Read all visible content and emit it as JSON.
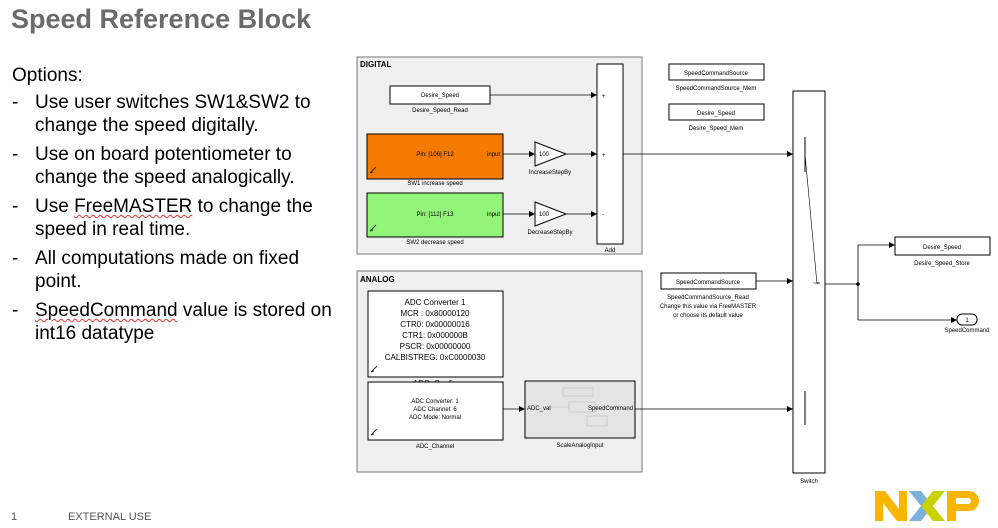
{
  "title": "Speed Reference Block",
  "options": {
    "heading": "Options:",
    "items": [
      {
        "pre": "Use user switches SW1&SW2 to change the speed digitally.",
        "mark": "",
        "post": ""
      },
      {
        "pre": "Use on board potentiometer to change the speed analogically.",
        "mark": "",
        "post": ""
      },
      {
        "pre": "Use ",
        "mark": "FreeMASTER",
        "post": " to change the speed in real time."
      },
      {
        "pre": "All computations made on fixed point.",
        "mark": "",
        "post": ""
      },
      {
        "pre": "",
        "mark": "SpeedCommand",
        "post": " value is stored on int16 datatype"
      }
    ]
  },
  "footer": {
    "page_number": "1",
    "classification": "EXTERNAL USE"
  },
  "logo": {
    "text": "NXP",
    "colors": {
      "n": "#f9b500",
      "x_left": "#7bb1db",
      "x_right": "#c9d200",
      "p": "#f9b500"
    }
  },
  "diagram": {
    "digital_label": "DIGITAL",
    "analog_label": "ANALOG",
    "desire_speed_read": {
      "label": "Desire_Speed",
      "caption": "Desire_Speed_Read"
    },
    "sw1": {
      "pin": "Pin: [106] F12",
      "port": "input",
      "caption": "SW1 increase speed",
      "color": "#f47a00"
    },
    "sw2": {
      "pin": "Pin: [112] F13",
      "port": "input",
      "caption": "SW2 decrease speed",
      "color": "#92f57a"
    },
    "gain_inc": {
      "value": "100",
      "caption": "IncreaseStepBy"
    },
    "gain_dec": {
      "value": "100",
      "caption": "DecreaseStepBy"
    },
    "add": {
      "caption": "Add",
      "signs": [
        "+",
        "+",
        "-"
      ]
    },
    "speed_cmd_source_mem": {
      "label": "SpeedCommandSource",
      "caption": "SpeedCommandSource_Mem"
    },
    "desire_speed_mem": {
      "label": "Desire_Speed",
      "caption": "Desire_Speed_Mem"
    },
    "speed_cmd_source_read": {
      "label": "SpeedCommandSource",
      "caption1": "SpeedCommandSource_Read",
      "caption2": "Change this value via FreeMASTER",
      "caption3": "or choose its default value"
    },
    "adc_config": {
      "lines": [
        "ADC Converter 1",
        "MCR : 0x80000120",
        "CTR0: 0x00000016",
        "CTR1: 0x000000B",
        "PSCR: 0x00000000",
        "CALBISTREG: 0xC0000030"
      ],
      "caption": "ADC_Config"
    },
    "adc_channel": {
      "lines": [
        "ADC Converter: 1",
        "ADC Channel: 6",
        "ADC Mode: Normal"
      ],
      "caption": "ADC_Channel"
    },
    "scale": {
      "in_port": "ADC_val",
      "out_port": "SpeedCommand",
      "caption": "ScaleAnalogInput"
    },
    "switch": {
      "caption": "Switch",
      "threshold": "~= "
    },
    "desire_speed_store": {
      "label": "Desire_Speed",
      "caption": "Desire_Speed_Store"
    },
    "outport": {
      "number": "1",
      "caption": "SpeedCommand"
    }
  }
}
